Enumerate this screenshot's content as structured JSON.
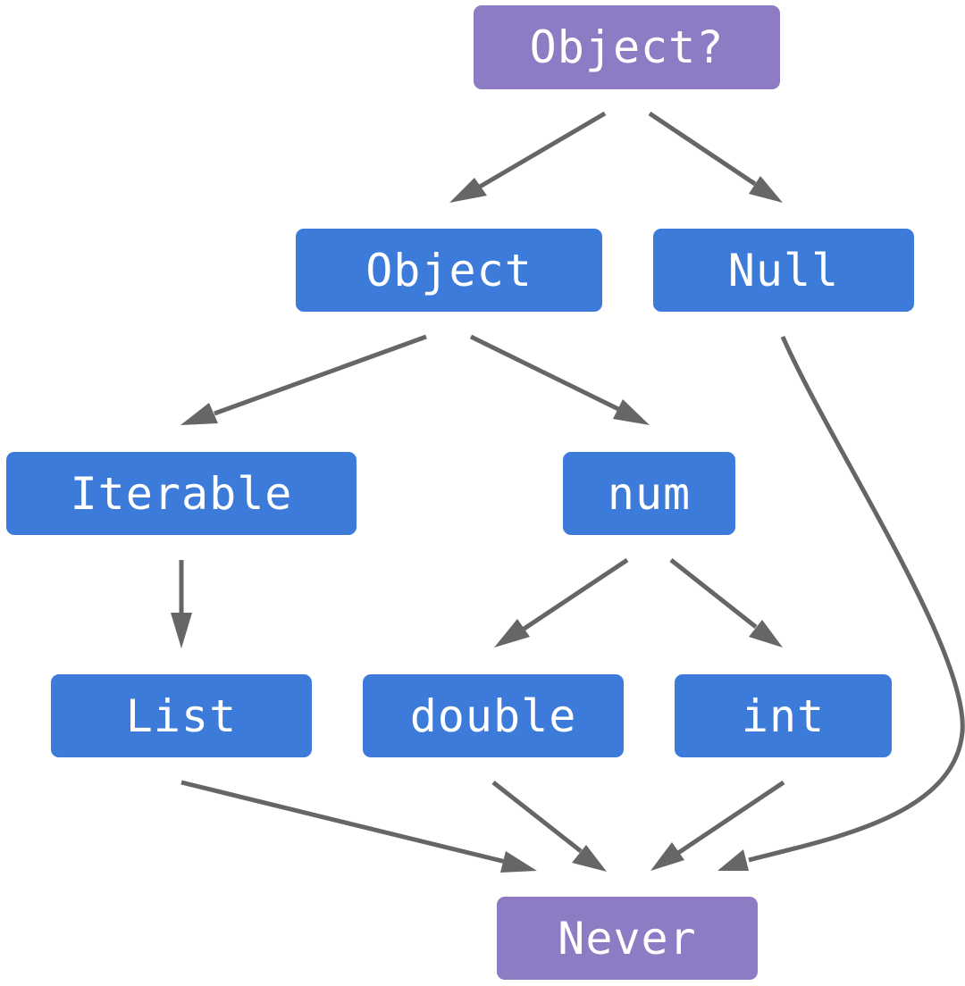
{
  "diagram": {
    "colors": {
      "type_node": "#3d7bdb",
      "special_node": "#8d7cc4",
      "edge": "#666666",
      "text": "#ffffff"
    },
    "nodes": {
      "object_nullable": "Object?",
      "object": "Object",
      "null": "Null",
      "iterable": "Iterable",
      "num": "num",
      "list": "List",
      "double": "double",
      "int": "int",
      "never": "Never"
    },
    "edges": [
      {
        "from": "Object?",
        "to": "Object"
      },
      {
        "from": "Object?",
        "to": "Null"
      },
      {
        "from": "Object",
        "to": "Iterable"
      },
      {
        "from": "Object",
        "to": "num"
      },
      {
        "from": "Null",
        "to": "Never"
      },
      {
        "from": "Iterable",
        "to": "List"
      },
      {
        "from": "num",
        "to": "double"
      },
      {
        "from": "num",
        "to": "int"
      },
      {
        "from": "List",
        "to": "Never"
      },
      {
        "from": "double",
        "to": "Never"
      },
      {
        "from": "int",
        "to": "Never"
      }
    ]
  }
}
